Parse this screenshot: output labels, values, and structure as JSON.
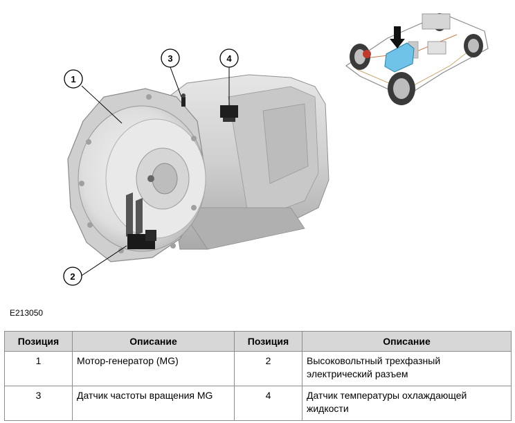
{
  "figure": {
    "code": "E213050",
    "callouts": [
      "1",
      "2",
      "3",
      "4"
    ],
    "colors": {
      "housing": "#d9d9d9",
      "housing_dark": "#a8a8a8",
      "highlight": "#6fc3e8",
      "arrow": "#111111"
    },
    "icons": [
      "transmission-illustration",
      "vehicle-locator-illustration",
      "location-arrow-icon"
    ]
  },
  "legend": {
    "headers": [
      "Позиция",
      "Описание",
      "Позиция",
      "Описание"
    ],
    "rows": [
      [
        "1",
        "Мотор-генератор (MG)",
        "2",
        "Высоковольтный трехфазный электрический разъем"
      ],
      [
        "3",
        "Датчик частоты вращения MG",
        "4",
        "Датчик температуры охлаждающей жидкости"
      ]
    ]
  }
}
